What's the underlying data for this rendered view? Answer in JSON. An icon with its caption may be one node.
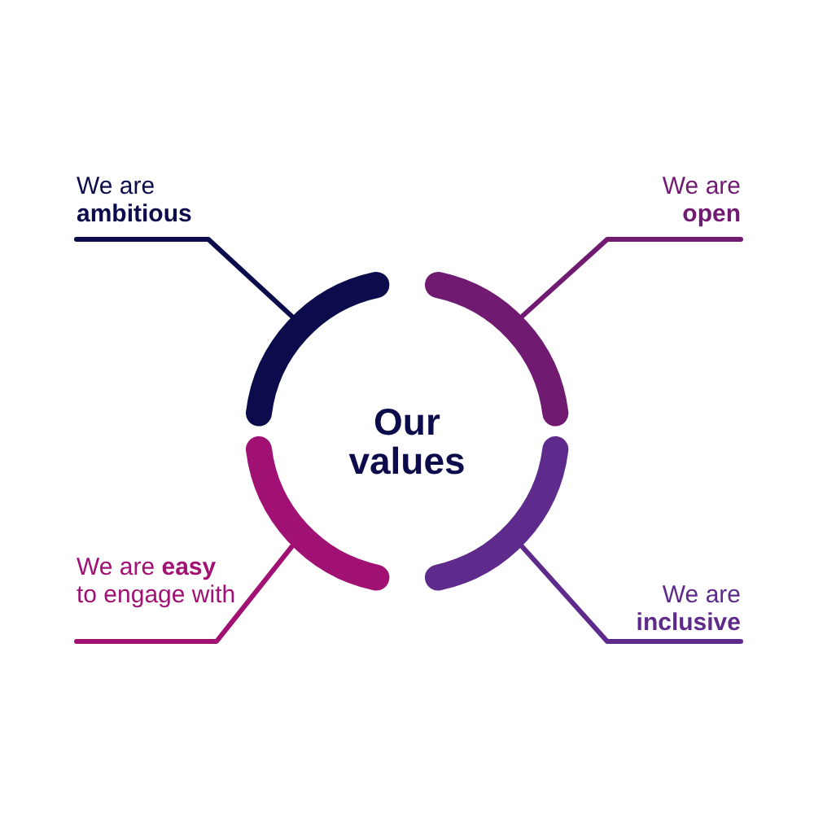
{
  "diagram": {
    "nodes": [
      {
        "text": [
          "We are **ambitious**"
        ]
      },
      {
        "text": [
          "We are **open**"
        ]
      },
      {
        "text": [],
        "shape": "arc"
      },
      {
        "text": [],
        "shape": "arc"
      },
      {
        "text": [
          "Our values"
        ]
      },
      {
        "text": [],
        "shape": "arc"
      },
      {
        "text": [],
        "shape": "arc"
      },
      {
        "text": [
          "We are **easy** to engage with"
        ]
      },
      {
        "text": [
          "We are **inclusive**"
        ]
      }
    ],
    "edges": [
      {
        "from": 0,
        "to": 2,
        "arrow": "none",
        "color": "#0c0b4c"
      },
      {
        "from": 1,
        "to": 3,
        "arrow": "none",
        "color": "#701a72"
      },
      {
        "from": 7,
        "to": 5,
        "arrow": "none",
        "color": "#a11173"
      },
      {
        "from": 8,
        "to": 6,
        "arrow": "none",
        "color": "#5e2a8c"
      }
    ]
  }
}
